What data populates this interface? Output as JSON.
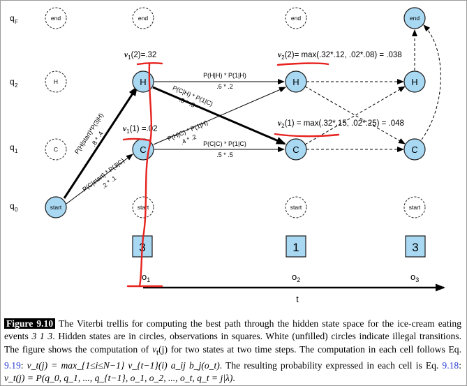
{
  "row_labels": {
    "qF": "q",
    "qF_sub": "F",
    "q2": "q",
    "q2_sub": "2",
    "q1": "q",
    "q1_sub": "1",
    "q0": "q",
    "q0_sub": "0"
  },
  "states": {
    "end": "end",
    "H": "H",
    "C": "C",
    "start": "start"
  },
  "observations": [
    "3",
    "1",
    "3"
  ],
  "obs_labels": {
    "o": "o",
    "o1_sub": "1",
    "o2_sub": "2",
    "o3_sub": "3"
  },
  "time_label": "t",
  "annotations": {
    "v1_2_v": "v",
    "v1_2_sub": "1",
    "v1_2_rest": "(2)=.32",
    "v1_1_v": "v",
    "v1_1_sub": "1",
    "v1_1_rest": "(1) =.02",
    "v2_2_v": "v",
    "v2_2_sub": "2",
    "v2_2_rest": "(2)= max(.32*.12, .02*.08) = .038",
    "v2_1_v": "v",
    "v2_1_sub": "2",
    "v2_1_rest": "(1) = max(.32*.15, .02*.25) = .048"
  },
  "edge_labels": {
    "hh_expr": "P(H|H) * P(1|H)",
    "hh_val": ".6 * .2",
    "ch_expr": "P(C|H) * P(1|C)",
    "ch_val": ".3 * .5",
    "hc_expr": "P(H|C) * P(1|H)",
    "hc_val": ".4 * .2",
    "cc_expr": "P(C|C) * P(1|C)",
    "cc_val": ".5 * .5",
    "sh_expr": "P(H|start)*P(3|H)",
    "sh_val": ".8 * .4",
    "sc_expr": "P(C|start) * P(3|C)",
    "sc_val": ".2 * .1"
  },
  "caption": {
    "fig_label": "Figure 9.10",
    "text_1": "The Viterbi trellis for computing the best path through the hidden state space for the ice-cream eating events ",
    "events": "3 1 3",
    "text_2": ". Hidden states are in circles, observations in squares. White (unfilled) circles indicate illegal transitions. The figure shows the computation of ",
    "vtj": "v",
    "vtj_sub": "t",
    "vtj_rest": "(j)",
    "text_3": " for two states at two time steps. The computation in each cell follows Eq. ",
    "eq_ref_1": "9.19",
    "text_4": ": ",
    "formula_1": "v_t(j) = max_{1≤i≤N−1} v_{t−1}(i) a_ij b_j(o_t)",
    "text_5": ". The resulting probability expressed in each cell is Eq. ",
    "eq_ref_2": "9.18",
    "text_6": ": ",
    "formula_2": "v_t(j) = P(q_0, q_1, ..., q_{t−1}, o_1, o_2, ..., o_t, q_t = j|λ)",
    "text_7": "."
  },
  "colors": {
    "state_fill": "#a9d8f3",
    "state_stroke": "#1a1a1a",
    "obs_fill": "#a9d8f3",
    "annotation_red": "#e6231f",
    "ref_blue": "#2a3fd1"
  }
}
